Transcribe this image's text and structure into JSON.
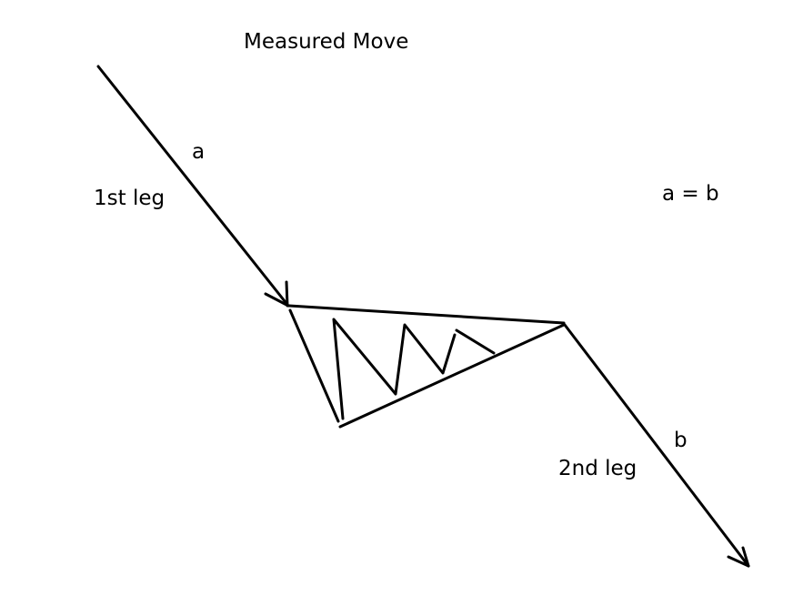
{
  "title": "Measured Move",
  "labels": {
    "a": "a",
    "first_leg": "1st leg",
    "equation": "a = b",
    "b": "b",
    "second_leg": "2nd leg"
  },
  "colors": {
    "ink": "#000000",
    "background": "#ffffff"
  }
}
